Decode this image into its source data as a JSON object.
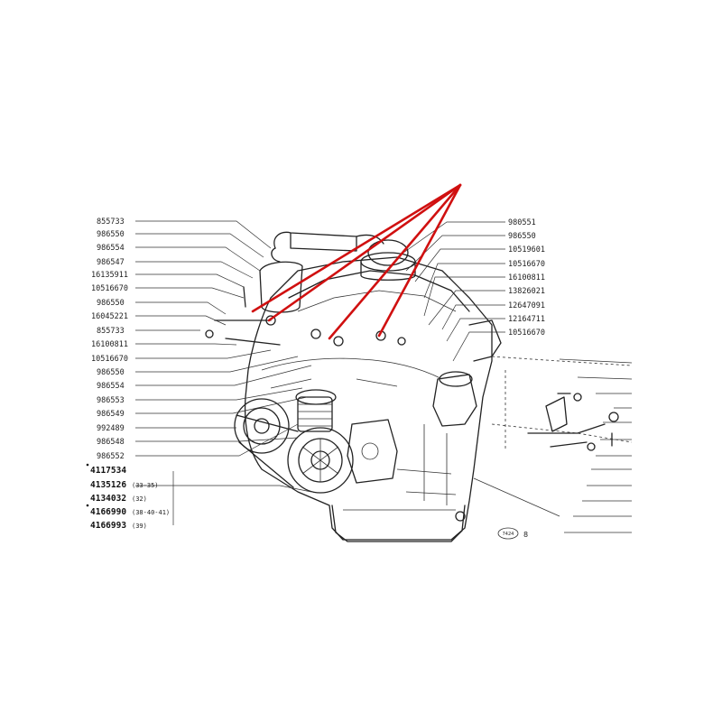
{
  "left_labels": [
    "855733",
    "986550",
    "986554",
    "986547",
    "16135911",
    "10516670",
    "986550",
    "16045221",
    "855733",
    "16100811",
    "10516670",
    "986550",
    "986554",
    "986553",
    "986549",
    "992489",
    "986548",
    "986552"
  ],
  "right_labels": [
    "980551",
    "986550",
    "10519601",
    "10516670",
    "16100811",
    "13826021",
    "12647091",
    "12164711",
    "10516670"
  ],
  "bottom_parts": [
    {
      "number": "4117534",
      "note": ""
    },
    {
      "number": "4135126",
      "note": "(33-35)"
    },
    {
      "number": "4134032",
      "note": "(32)"
    },
    {
      "number": "4166990",
      "note": "(38-40-41)"
    },
    {
      "number": "4166993",
      "note": "(39)"
    }
  ],
  "figure_stamp": "7424",
  "figure_number": "8",
  "colors": {
    "linework": "#222222",
    "highlight_arrows": "#d01010",
    "background": "#ffffff"
  }
}
